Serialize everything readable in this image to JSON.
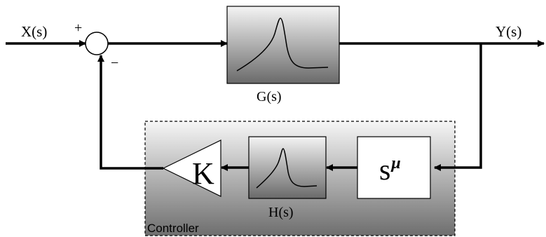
{
  "signals": {
    "input": "X(s)",
    "output": "Y(s)"
  },
  "summing_junction": {
    "plus_sign": "+",
    "minus_sign": "−"
  },
  "blocks": {
    "plant": {
      "label": "G(s)"
    },
    "filter": {
      "label": "H(s)"
    },
    "fractional": {
      "base": "s",
      "exponent": "μ"
    },
    "gain": {
      "label": "K"
    }
  },
  "controller": {
    "label": "Controller"
  },
  "colors": {
    "line": "#000000",
    "gradient_light": "#f2f2f2",
    "gradient_dark": "#6b6b6b"
  }
}
